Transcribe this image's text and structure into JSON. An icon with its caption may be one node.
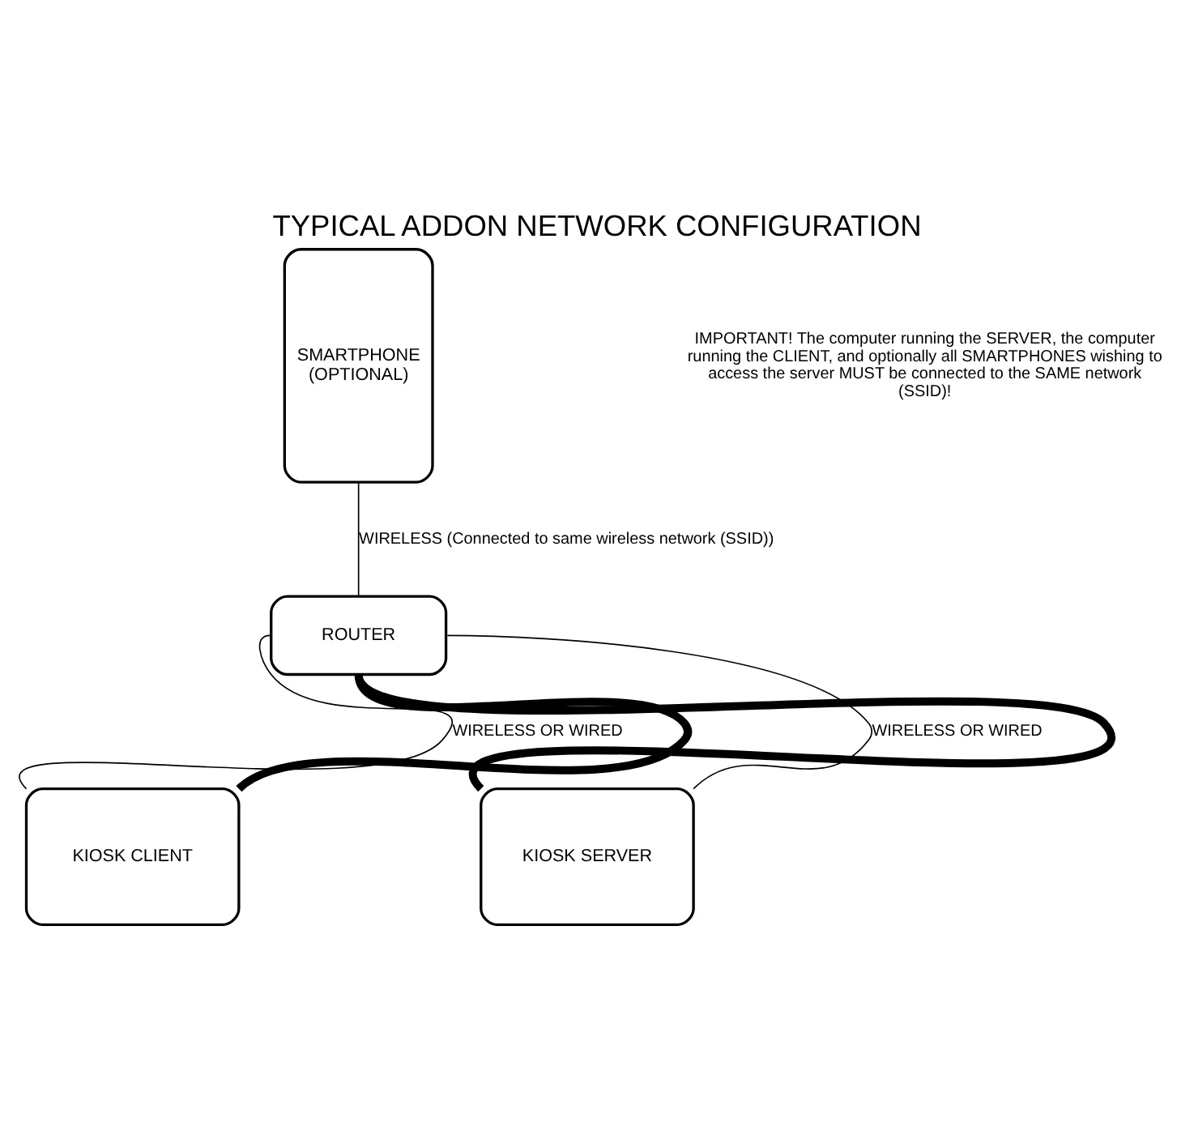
{
  "diagram": {
    "title": "TYPICAL ADDON NETWORK CONFIGURATION",
    "nodes": [
      {
        "text": [
          "SMARTPHONE",
          "(OPTIONAL)"
        ]
      },
      {
        "text": [
          "ROUTER"
        ]
      },
      {
        "text": [
          "KIOSK CLIENT"
        ]
      },
      {
        "text": [
          "KIOSK SERVER"
        ]
      }
    ],
    "edges": [
      {
        "from": 0,
        "to": 1,
        "arrow": "none",
        "label": "WIRELESS (Connected to same wireless network (SSID))"
      },
      {
        "from": 2,
        "to": 1,
        "arrow": "none",
        "label": "WIRELESS OR WIRED"
      },
      {
        "from": 2,
        "to": 1,
        "arrow": "none",
        "style": "thick"
      },
      {
        "from": 3,
        "to": 1,
        "arrow": "none",
        "label": "WIRELESS OR WIRED"
      },
      {
        "from": 3,
        "to": 1,
        "arrow": "none",
        "style": "thick"
      }
    ],
    "labels": [
      "IMPORTANT! The computer running the SERVER, the computer running the CLIENT, and optionally all SMARTPHONES wishing to access the server MUST be connected to the SAME network (SSID)!"
    ]
  }
}
